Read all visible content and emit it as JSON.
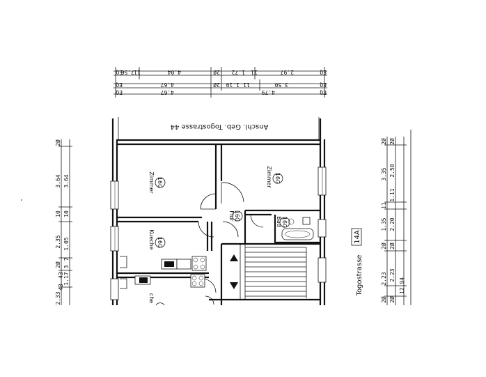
{
  "top_dims": {
    "row1": [
      "7.56",
      "4.04",
      "1.72",
      "2.97"
    ],
    "row1_marks": [
      "11",
      "11"
    ],
    "row2": [
      "4.67",
      "1.19",
      "3.50"
    ],
    "row2_marks": [
      "11"
    ],
    "row3": [
      "4.67",
      "4.79"
    ],
    "end_marks": [
      "EQ",
      "EQ",
      "EQ",
      "EQ",
      "EQ",
      "EQ",
      "2Ø",
      "2Ø"
    ]
  },
  "neighbor": {
    "label": "Anschl. Geb. Togostrasse 44"
  },
  "rooms": {
    "zimmer_left": {
      "label": "Zimmer",
      "area": "16G"
    },
    "zimmer_right": {
      "label": "Zimmer",
      "area": "16G"
    },
    "flur": {
      "label": "Flur",
      "area": "16G"
    },
    "bad": {
      "label": "Bad",
      "area": "16G"
    },
    "kueche": {
      "label": "Kueche",
      "area": "16G"
    },
    "kueche2": {
      "label": "che"
    }
  },
  "left_dims": {
    "outer": [
      "2Ø",
      "3.64",
      "10",
      "2.35",
      "2Ø",
      "2.33"
    ],
    "inner": [
      "3.64",
      "10",
      "1.05",
      "7",
      "3",
      "1.17",
      "43",
      "43"
    ]
  },
  "right_dims": {
    "outer": [
      "2Ø",
      "3.35",
      "1.35",
      "11",
      "2Ø",
      "2.23",
      "2Ø"
    ],
    "middle": [
      "2Ø",
      "2.50",
      "1.11",
      "2.20",
      "2Ø",
      "2.23",
      "2Ø"
    ],
    "total": "12.94"
  },
  "street_label": {
    "text": "Togostrasse",
    "number": "14A"
  }
}
